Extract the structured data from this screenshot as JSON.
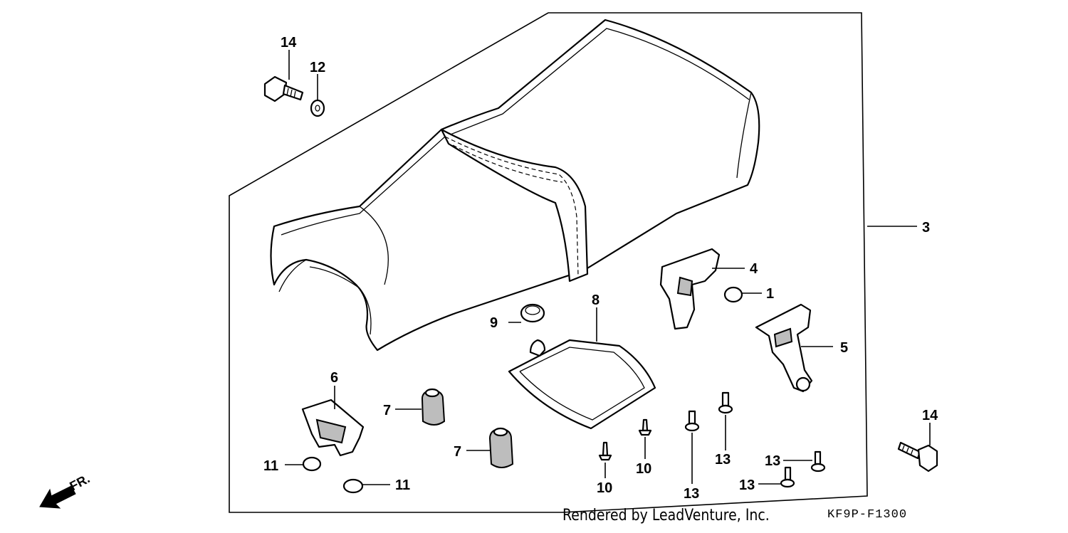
{
  "diagram": {
    "callouts": {
      "c1": "1",
      "c3": "3",
      "c4": "4",
      "c5": "5",
      "c6": "6",
      "c7a": "7",
      "c7b": "7",
      "c8": "8",
      "c9": "9",
      "c10a": "10",
      "c10b": "10",
      "c11a": "11",
      "c11b": "11",
      "c12": "12",
      "c13a": "13",
      "c13b": "13",
      "c13c": "13",
      "c13d": "13",
      "c14a": "14",
      "c14b": "14"
    },
    "direction_label": "FR.",
    "credit": "Rendered by LeadVenture, Inc.",
    "diagram_code": "KF9P-F1300"
  }
}
